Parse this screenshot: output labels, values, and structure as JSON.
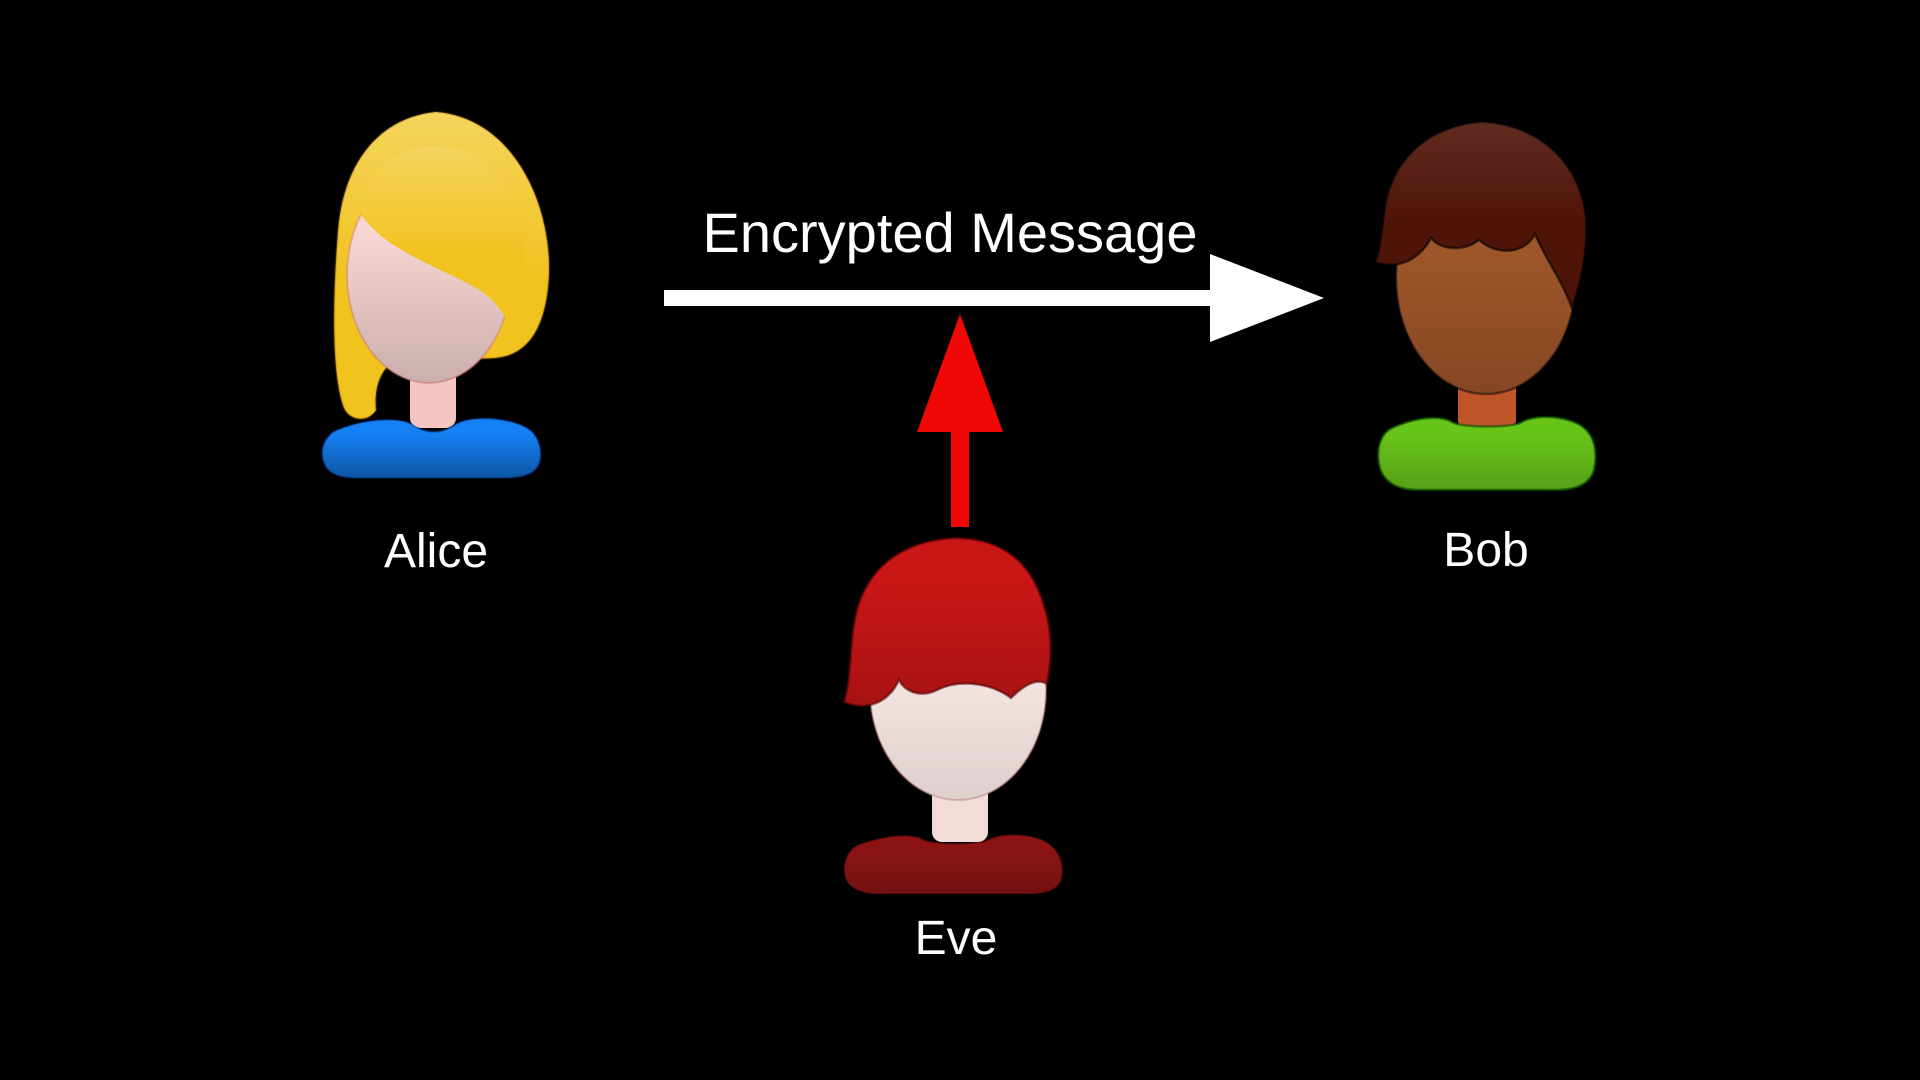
{
  "scene": {
    "background_color": "#000000",
    "message_arrow": {
      "label": "Encrypted Message",
      "color": "#ffffff",
      "from": "Alice",
      "to": "Bob"
    },
    "intercept_arrow": {
      "color": "#f20707",
      "from": "Eve"
    },
    "actors": [
      {
        "name": "Alice",
        "hair_color": "#f1c31f",
        "face_color": "#f8d5d2",
        "neck_color": "#f4c6c2",
        "shirt_color": "#1581f5"
      },
      {
        "name": "Bob",
        "hair_color": "#4f1408",
        "face_color": "#a2572b",
        "neck_color": "#c05529",
        "shirt_color": "#69c41a"
      },
      {
        "name": "Eve",
        "hair_color": "#c91616",
        "face_color": "#f9e9e7",
        "neck_color": "#f3dbd8",
        "shirt_color": "#8c1414"
      }
    ]
  }
}
